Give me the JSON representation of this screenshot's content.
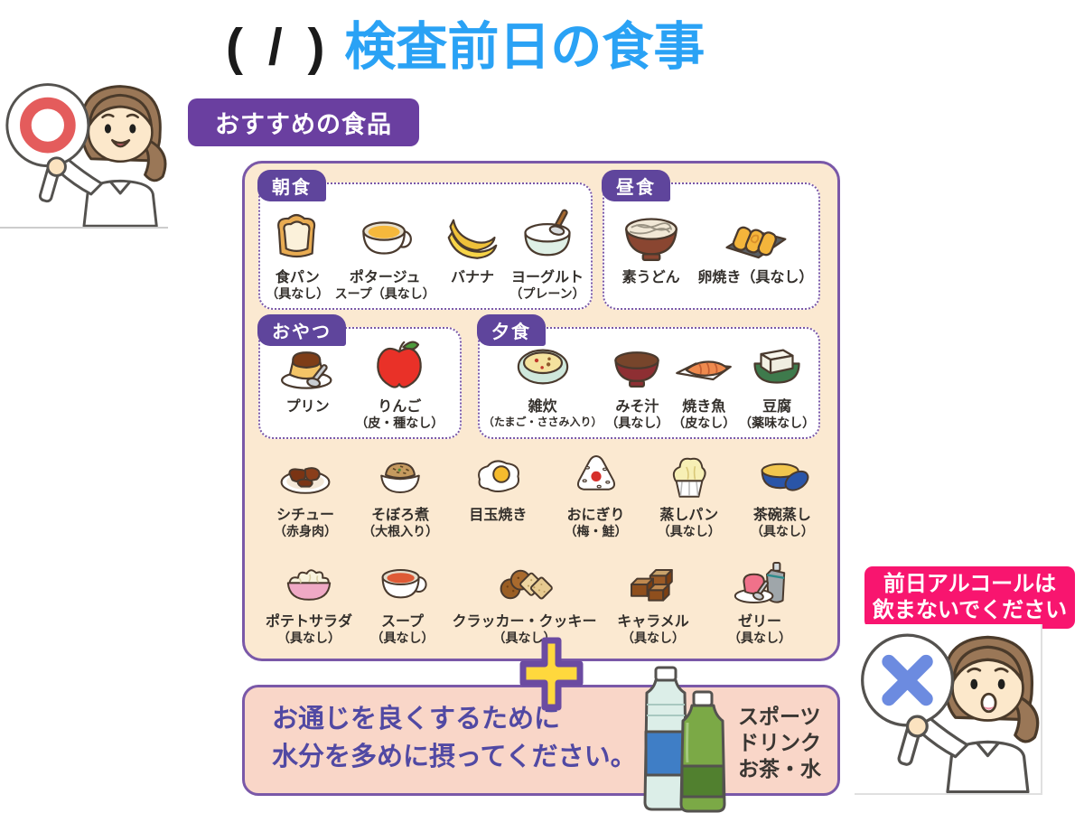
{
  "title": {
    "paren": "( / )",
    "text": "検査前日の食事"
  },
  "badge_recommended": "おすすめの食品",
  "meal_sections": [
    {
      "label": "朝食",
      "items": [
        {
          "name": "食パン",
          "note": "（具なし）"
        },
        {
          "name": "ポタージュ",
          "note": "スープ（具なし）"
        },
        {
          "name": "バナナ",
          "note": ""
        },
        {
          "name": "ヨーグルト",
          "note": "（プレーン）"
        }
      ]
    },
    {
      "label": "昼食",
      "items": [
        {
          "name": "素うどん",
          "note": ""
        },
        {
          "name": "卵焼き（具なし）",
          "note": ""
        }
      ]
    },
    {
      "label": "おやつ",
      "items": [
        {
          "name": "プリン",
          "note": ""
        },
        {
          "name": "りんご",
          "note": "（皮・種なし）"
        }
      ]
    },
    {
      "label": "夕食",
      "items": [
        {
          "name": "雑炊",
          "note": "（たまご・ささみ入り）"
        },
        {
          "name": "みそ汁",
          "note": "（具なし）"
        },
        {
          "name": "焼き魚",
          "note": "（皮なし）"
        },
        {
          "name": "豆腐",
          "note": "（薬味なし）"
        }
      ]
    }
  ],
  "extra_rows": [
    [
      {
        "name": "シチュー",
        "note": "（赤身肉）"
      },
      {
        "name": "そぼろ煮",
        "note": "（大根入り）"
      },
      {
        "name": "目玉焼き",
        "note": ""
      },
      {
        "name": "おにぎり",
        "note": "（梅・鮭）"
      },
      {
        "name": "蒸しパン",
        "note": "（具なし）"
      },
      {
        "name": "茶碗蒸し",
        "note": "（具なし）"
      }
    ],
    [
      {
        "name": "ポテトサラダ",
        "note": "（具なし）"
      },
      {
        "name": "スープ",
        "note": "（具なし）"
      },
      {
        "name": "クラッカー・クッキー",
        "note": "（具なし）"
      },
      {
        "name": "キャラメル",
        "note": "（具なし）"
      },
      {
        "name": "ゼリー",
        "note": "（具なし）"
      }
    ]
  ],
  "hydration": {
    "line1": "お通じを良くするために",
    "line2": "水分を多めに摂ってください。",
    "drinks": [
      "スポーツ",
      "ドリンク",
      "お茶・水"
    ]
  },
  "alcohol_warning": {
    "line1": "前日アルコールは",
    "line2": "飲まないでください"
  },
  "colors": {
    "title_blue": "#2aa2f5",
    "box_border_purple": "#7a58a8",
    "pill_purple": "#5f459c",
    "badge_purple": "#6a3fa0",
    "box_cream": "#fbe9d1",
    "hydration_pink": "#f9d6c8",
    "hydration_text_purple": "#5149a3",
    "alcohol_magenta": "#f8156f",
    "plus_yellow": "#ffd83d",
    "ok_mark_red": "#e45c5c",
    "ng_mark_blue": "#6c8be0"
  }
}
